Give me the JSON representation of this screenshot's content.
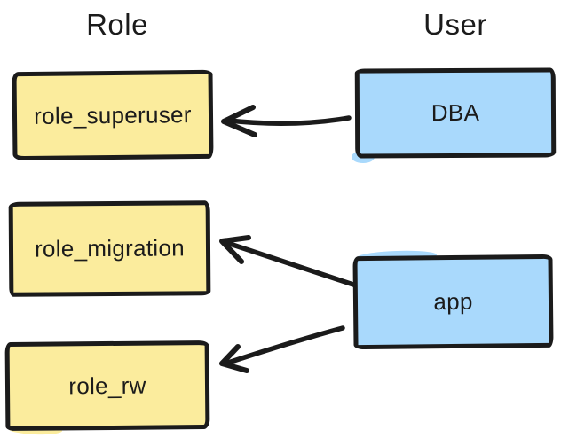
{
  "diagram": {
    "headings": {
      "role": "Role",
      "user": "User"
    },
    "role_nodes": [
      {
        "label": "role_superuser"
      },
      {
        "label": "role_migration"
      },
      {
        "label": "role_rw"
      }
    ],
    "user_nodes": [
      {
        "label": "DBA"
      },
      {
        "label": "app"
      }
    ],
    "edges": [
      {
        "from": "DBA",
        "to": "role_superuser",
        "direction": "user-to-role"
      },
      {
        "from": "app",
        "to": "role_migration",
        "direction": "user-to-role"
      },
      {
        "from": "app",
        "to": "role_rw",
        "direction": "user-to-role"
      }
    ],
    "colors": {
      "background": "#ffffff",
      "stroke": "#1b1b1b",
      "text": "#1b1b1b",
      "role_fill": "#FBEC9D",
      "user_fill": "#A9D9FC"
    }
  }
}
